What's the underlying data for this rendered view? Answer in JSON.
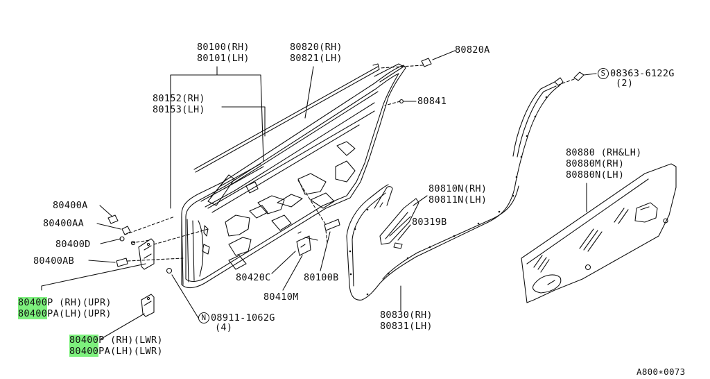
{
  "diagram_id": "A800∗0073",
  "colors": {
    "ink": "#111111",
    "highlight": "#7df07d",
    "background": "#ffffff"
  },
  "labels": {
    "p80100_rh": "80100(RH)",
    "p80101_lh": "80101(LH)",
    "p80820_rh": "80820(RH)",
    "p80821_lh": "80821(LH)",
    "p80820a": "80820A",
    "screw_code": "08363-6122G",
    "screw_code_prefix": "S",
    "screw_qty": "(2)",
    "p80841": "80841",
    "p80152_rh": "80152(RH)",
    "p80153_lh": "80153(LH)",
    "p80880": "80880 (RH&LH)",
    "p80880m": "80880M(RH)",
    "p80880n": "80880N(LH)",
    "p80810n": "80810N(RH)",
    "p80811n": "80811N(LH)",
    "p80319b": "80319B",
    "p80400a": "80400A",
    "p80400aa": "80400AA",
    "p80400d": "80400D",
    "p80400ab": "80400AB",
    "p80420c": "80420C",
    "p80100b": "80100B",
    "p80410m": "80410M",
    "nut_prefix": "N",
    "nut_code": "08911-1062G",
    "nut_qty": "(4)",
    "p80830_rh": "80830(RH)",
    "p80831_lh": "80831(LH)",
    "upr_rh_hl": "80400",
    "upr_rh_rest": "P (RH)(UPR)",
    "upr_lh_hl": "80400",
    "upr_lh_rest": "PA(LH)(UPR)",
    "lwr_rh_hl": "80400",
    "lwr_rh_rest": "P (RH)(LWR)",
    "lwr_lh_hl": "80400",
    "lwr_lh_rest": "PA(LH)(LWR)"
  }
}
